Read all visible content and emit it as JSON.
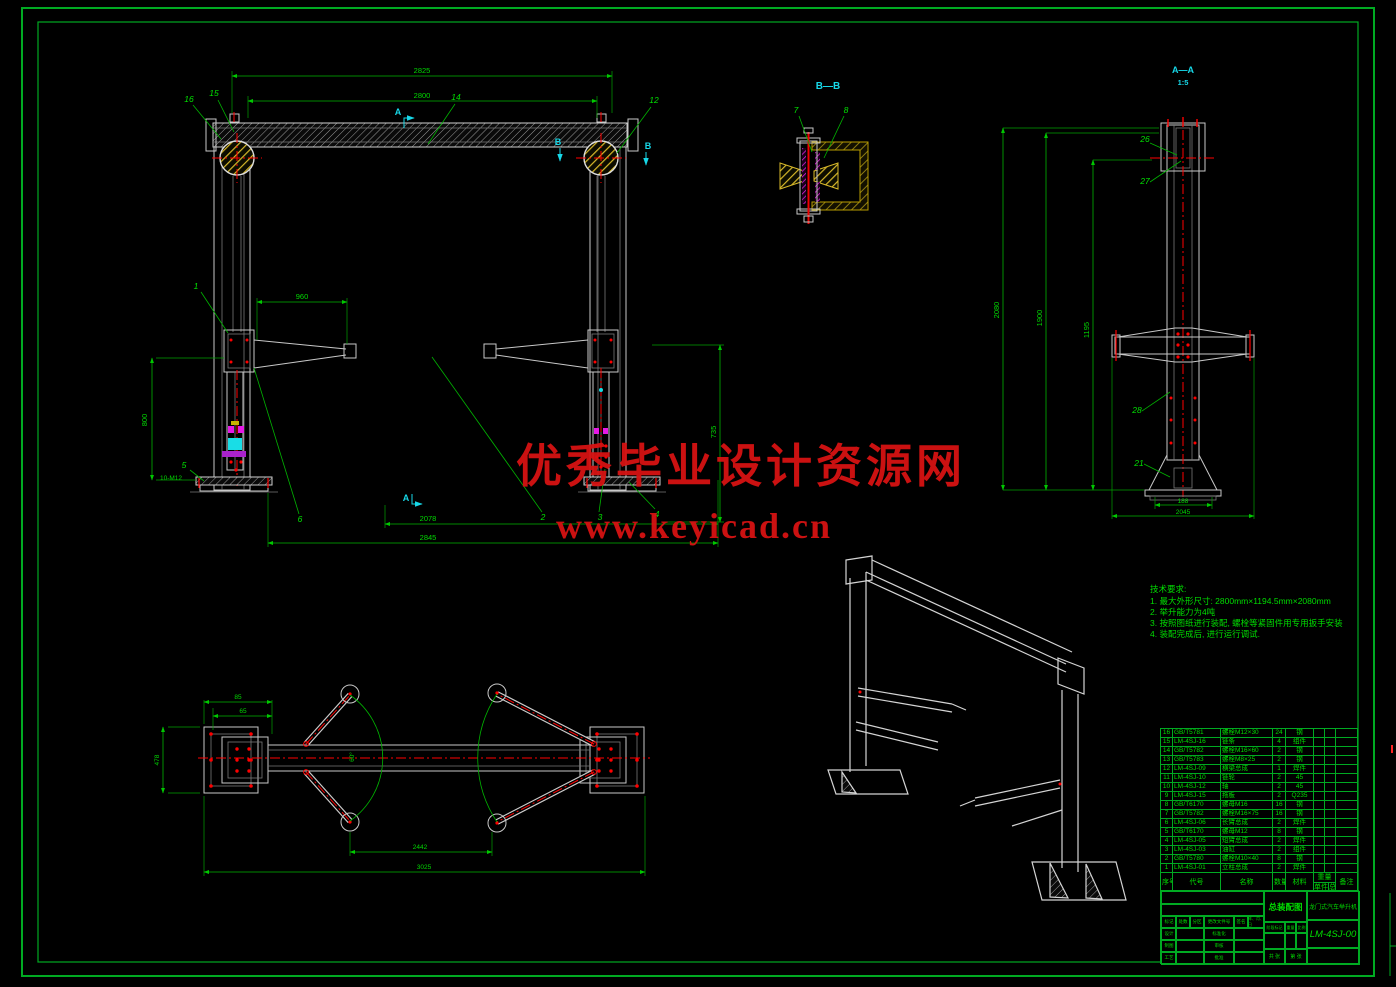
{
  "watermark": {
    "title": "优秀毕业设计资源网",
    "url": "www.keyicad.cn"
  },
  "tech_notes": {
    "title": "技术要求:",
    "items": [
      {
        "text": "1. 最大外形尺寸: 2800mm×1194.5mm×2080mm"
      },
      {
        "text": "2. 举升能力为4吨"
      },
      {
        "text": "3. 按照图纸进行装配, 螺栓等紧固件用专用扳手安装"
      },
      {
        "text": "4. 装配完成后, 进行运行调试."
      }
    ]
  },
  "front_view": {
    "dim_top_outer": "2825",
    "dim_top_inner": "2800",
    "dim_arm": "960",
    "dim_left_height": "800",
    "dim_right_height": "735",
    "dim_bottom_inner": "2078",
    "dim_bottom_outer": "2845",
    "anchor_note": "10-M12",
    "section_a": "A",
    "section_b": "B",
    "leader_1": "1",
    "leader_2": "2",
    "leader_3": "3",
    "leader_4": "4",
    "leader_5": "5",
    "leader_6": "6",
    "leader_12": "12",
    "leader_14": "14",
    "leader_15": "15",
    "leader_16": "16"
  },
  "detail_view": {
    "title": "B—B",
    "leader_7": "7",
    "leader_8": "8"
  },
  "side_view": {
    "title": "A—A",
    "scale": "1:5",
    "dim_height_outer": "2080",
    "dim_height_mid": "1900",
    "dim_height_inner": "1195",
    "dim_base": "188",
    "dim_width": "2045",
    "leader_21": "21",
    "leader_26": "26",
    "leader_27": "27",
    "leader_28": "28"
  },
  "plan_view": {
    "dim_left": "478",
    "dim_top_outer": "85",
    "dim_top_inner": "65",
    "dim_bottom_inner": "2442",
    "dim_bottom_outer": "3025",
    "angle": "60°"
  },
  "bom": {
    "headers": {
      "no": "序号",
      "code": "代号",
      "name": "名称",
      "qty": "数量",
      "material": "材料",
      "weight": "重量",
      "unit": "单件",
      "total": "总计",
      "note": "备注"
    },
    "rows": [
      {
        "no": "16",
        "code": "GB/T5781",
        "name": "螺栓M12×30",
        "qty": "24",
        "material": "钢",
        "unit": "",
        "total": "",
        "note": ""
      },
      {
        "no": "15",
        "code": "LM-4SJ-16",
        "name": "链条",
        "qty": "4",
        "material": "组件",
        "unit": "",
        "total": "",
        "note": ""
      },
      {
        "no": "14",
        "code": "GB/T5782",
        "name": "螺栓M16×60",
        "qty": "2",
        "material": "钢",
        "unit": "",
        "total": "",
        "note": ""
      },
      {
        "no": "13",
        "code": "GB/T5783",
        "name": "螺栓M8×25",
        "qty": "2",
        "material": "钢",
        "unit": "",
        "total": "",
        "note": ""
      },
      {
        "no": "12",
        "code": "LM-4SJ-09",
        "name": "横梁总成",
        "qty": "1",
        "material": "焊件",
        "unit": "",
        "total": "",
        "note": ""
      },
      {
        "no": "11",
        "code": "LM-4SJ-10",
        "name": "链轮",
        "qty": "2",
        "material": "45",
        "unit": "",
        "total": "",
        "note": ""
      },
      {
        "no": "10",
        "code": "LM-4SJ-12",
        "name": "轴",
        "qty": "2",
        "material": "45",
        "unit": "",
        "total": "",
        "note": ""
      },
      {
        "no": "9",
        "code": "LM-4SJ-15",
        "name": "拖板",
        "qty": "2",
        "material": "Q235",
        "unit": "",
        "total": "",
        "note": ""
      },
      {
        "no": "8",
        "code": "GB/T6170",
        "name": "螺母M16",
        "qty": "16",
        "material": "钢",
        "unit": "",
        "total": "",
        "note": ""
      },
      {
        "no": "7",
        "code": "GB/T5782",
        "name": "螺栓M16×75",
        "qty": "16",
        "material": "钢",
        "unit": "",
        "total": "",
        "note": ""
      },
      {
        "no": "6",
        "code": "LM-4SJ-06",
        "name": "长臂总成",
        "qty": "2",
        "material": "焊件",
        "unit": "",
        "total": "",
        "note": ""
      },
      {
        "no": "5",
        "code": "GB/T6170",
        "name": "螺母M12",
        "qty": "8",
        "material": "钢",
        "unit": "",
        "total": "",
        "note": ""
      },
      {
        "no": "4",
        "code": "LM-4SJ-05",
        "name": "短臂总成",
        "qty": "2",
        "material": "焊件",
        "unit": "",
        "total": "",
        "note": ""
      },
      {
        "no": "3",
        "code": "LM-4SJ-03",
        "name": "油缸",
        "qty": "2",
        "material": "组件",
        "unit": "",
        "total": "",
        "note": ""
      },
      {
        "no": "2",
        "code": "GB/T5780",
        "name": "螺栓M10×40",
        "qty": "8",
        "material": "钢",
        "unit": "",
        "total": "",
        "note": ""
      },
      {
        "no": "1",
        "code": "LM-4SJ-01",
        "name": "立柱总成",
        "qty": "2",
        "material": "焊件",
        "unit": "",
        "total": "",
        "note": ""
      }
    ]
  },
  "title_block": {
    "drawing_name": "总装配图",
    "product_name": "龙门式汽车举升机",
    "drawing_no": "LM-4SJ-00",
    "labels": {
      "mark": "标记",
      "count": "处数",
      "zone": "分区",
      "doc": "更改文件号",
      "sign": "签名",
      "date": "年、月、日",
      "design": "设计",
      "draft": "制图",
      "audit": "审核",
      "process": "工艺",
      "standard": "标准化",
      "approve": "批准",
      "stage": "阶段标记",
      "weight": "重量",
      "scale": "比例",
      "sheet_total": "共 张",
      "sheet_no": "第 张"
    }
  }
}
